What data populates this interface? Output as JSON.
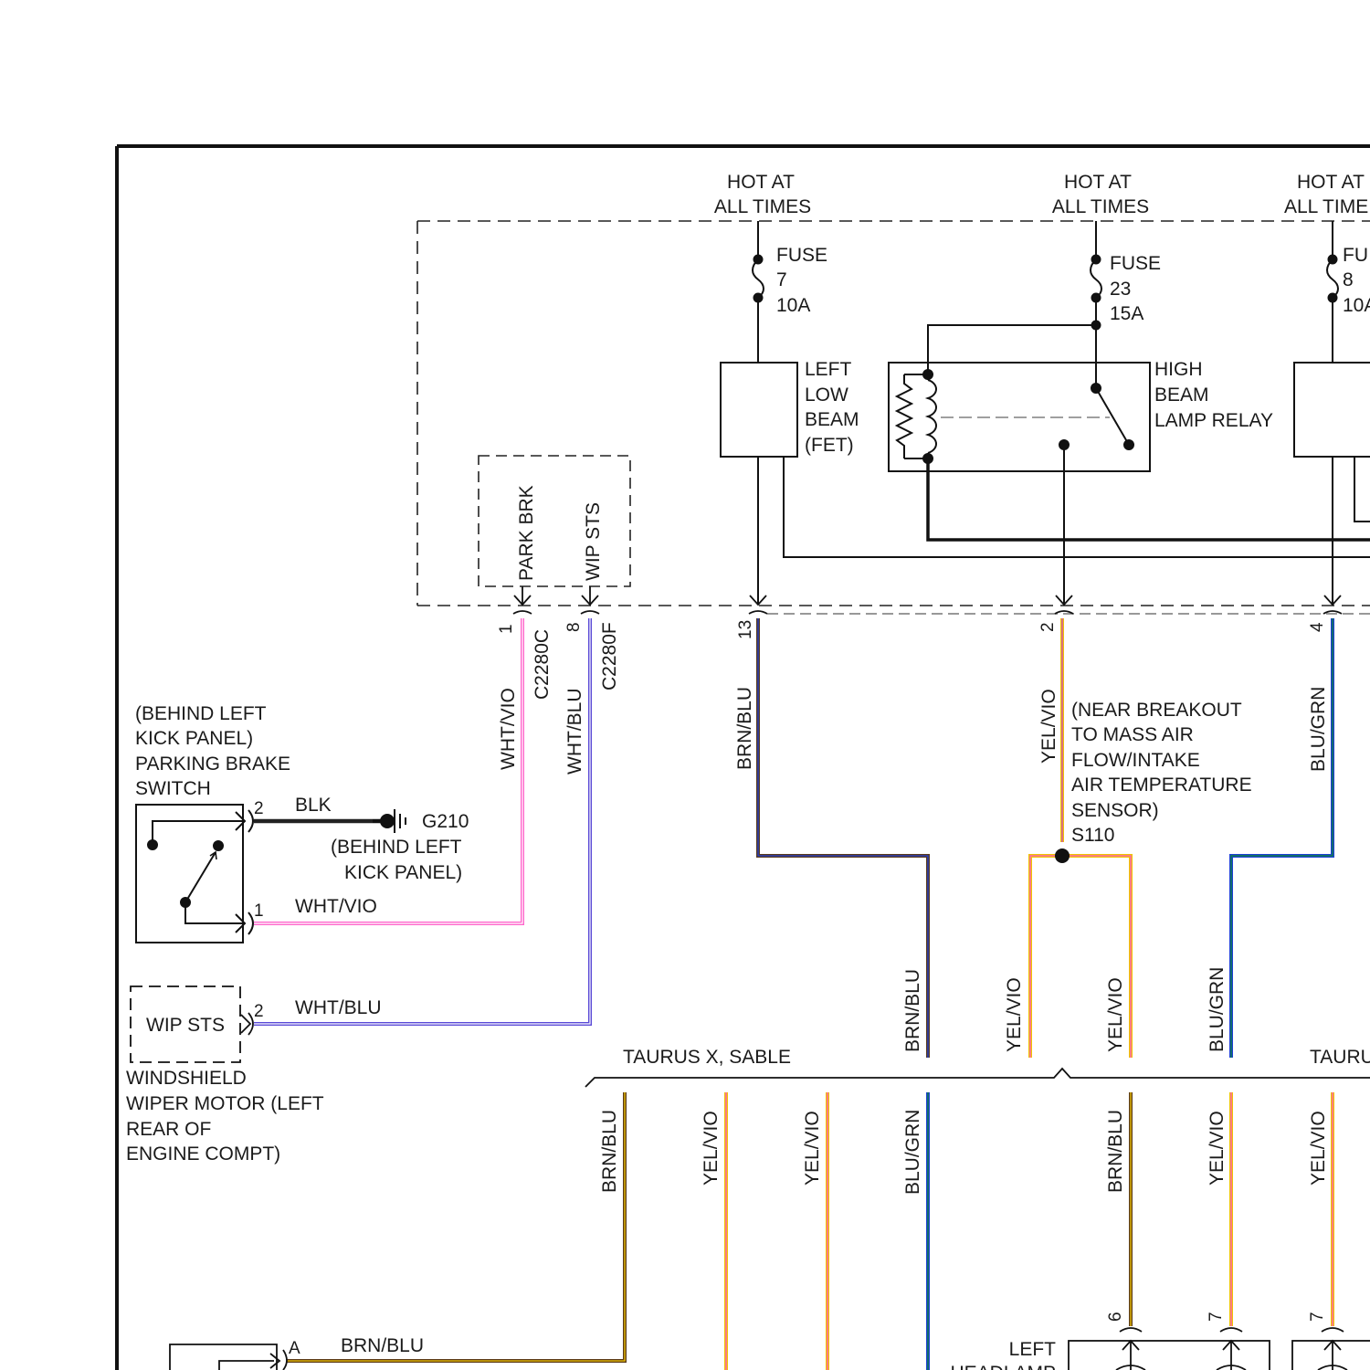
{
  "power": {
    "hot_a": [
      "HOT AT",
      "ALL TIMES"
    ],
    "hot_b": [
      "HOT AT",
      "ALL TIMES"
    ],
    "hot_c": [
      "HOT AT",
      "ALL TIME"
    ]
  },
  "fuses": {
    "f7": [
      "FUSE",
      "7",
      "10A"
    ],
    "f23": [
      "FUSE",
      "23",
      "15A"
    ],
    "f8": [
      "FU",
      "8",
      "10A"
    ]
  },
  "components": {
    "left_low_beam": [
      "LEFT",
      "LOW",
      "BEAM",
      "(FET)"
    ],
    "high_beam_relay": [
      "HIGH",
      "BEAM",
      "LAMP RELAY"
    ],
    "park_brk": "PARK BRK",
    "wip_sts_internal": "WIP STS",
    "parking_brake_switch": [
      "(BEHIND LEFT",
      "KICK PANEL)",
      "PARKING BRAKE",
      "SWITCH"
    ],
    "wip_sts_box": "WIP STS",
    "wiper_motor": [
      "WINDSHIELD",
      "WIPER MOTOR (LEFT",
      "REAR OF",
      "ENGINE COMPT)"
    ],
    "ground_id": "G210",
    "ground_loc": [
      "(BEHIND LEFT",
      "KICK PANEL)"
    ],
    "splice": [
      "(NEAR BREAKOUT",
      "TO MASS AIR",
      "FLOW/INTAKE",
      "AIR TEMPERATURE",
      "SENSOR)",
      "S110"
    ],
    "left_headlamp": [
      "LEFT",
      "HEADLAMP"
    ]
  },
  "connectors": {
    "c2280c": "C2280C",
    "c2280f": "C2280F",
    "pin_1": "1",
    "pin_8": "8",
    "pin_13": "13",
    "pin_2": "2",
    "pin_4": "4",
    "sw_pin_2": "2",
    "sw_pin_1": "1",
    "wip_pin_2": "2",
    "lamp_pin_6": "6",
    "lamp_pin_7a": "7",
    "lamp_pin_7b": "7",
    "pin_a": "A"
  },
  "wires": {
    "blk": "BLK",
    "wht_vio_h": "WHT/VIO",
    "wht_blu_h": "WHT/BLU",
    "wht_vio_v": "WHT/VIO",
    "wht_blu_v": "WHT/BLU",
    "brn_blu_13": "BRN/BLU",
    "yel_vio_2": "YEL/VIO",
    "blu_grn_4": "BLU/GRN",
    "brn_blu_mid": "BRN/BLU",
    "yel_vio_mid1": "YEL/VIO",
    "yel_vio_mid2": "YEL/VIO",
    "blu_grn_mid": "BLU/GRN",
    "brn_blu_low1": "BRN/BLU",
    "yel_vio_low1": "YEL/VIO",
    "yel_vio_low2": "YEL/VIO",
    "blu_grn_low1": "BLU/GRN",
    "brn_blu_low2": "BRN/BLU",
    "yel_vio_low3": "YEL/VIO",
    "yel_vio_low4": "YEL/VIO",
    "brn_blu_a": "BRN/BLU"
  },
  "variants": {
    "left": "TAURUS X, SABLE",
    "right": "TAURU"
  },
  "colors": {
    "BRN": "#5a3a1a",
    "BLU": "#1d3fd6",
    "YEL": "#f0c400",
    "VIO": "#cc44cc",
    "WHT": "#ffffff",
    "GRN": "#0a8a2a",
    "BLK": "#222222",
    "PINK": "#ff55cc",
    "WIRE_BLUE": "#5a4ad6"
  }
}
